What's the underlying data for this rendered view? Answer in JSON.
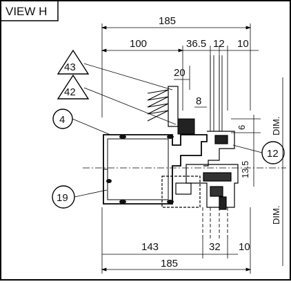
{
  "title": "VIEW H",
  "dimensions": {
    "overall_top": "185",
    "top_left": "100",
    "top_36_5": "36.5",
    "top_12": "12",
    "top_10": "10",
    "inner_20": "20",
    "inner_8": "8",
    "right_6": "6",
    "right_13_5": "13.5",
    "bottom_143": "143",
    "bottom_32": "32",
    "bottom_10": "10",
    "overall_bottom": "185",
    "dim_upper": "DIM.",
    "dim_lower": "DIM."
  },
  "callouts": {
    "triangle_43": "43",
    "triangle_42": "42",
    "circle_4": "4",
    "circle_12": "12",
    "circle_19": "19"
  }
}
